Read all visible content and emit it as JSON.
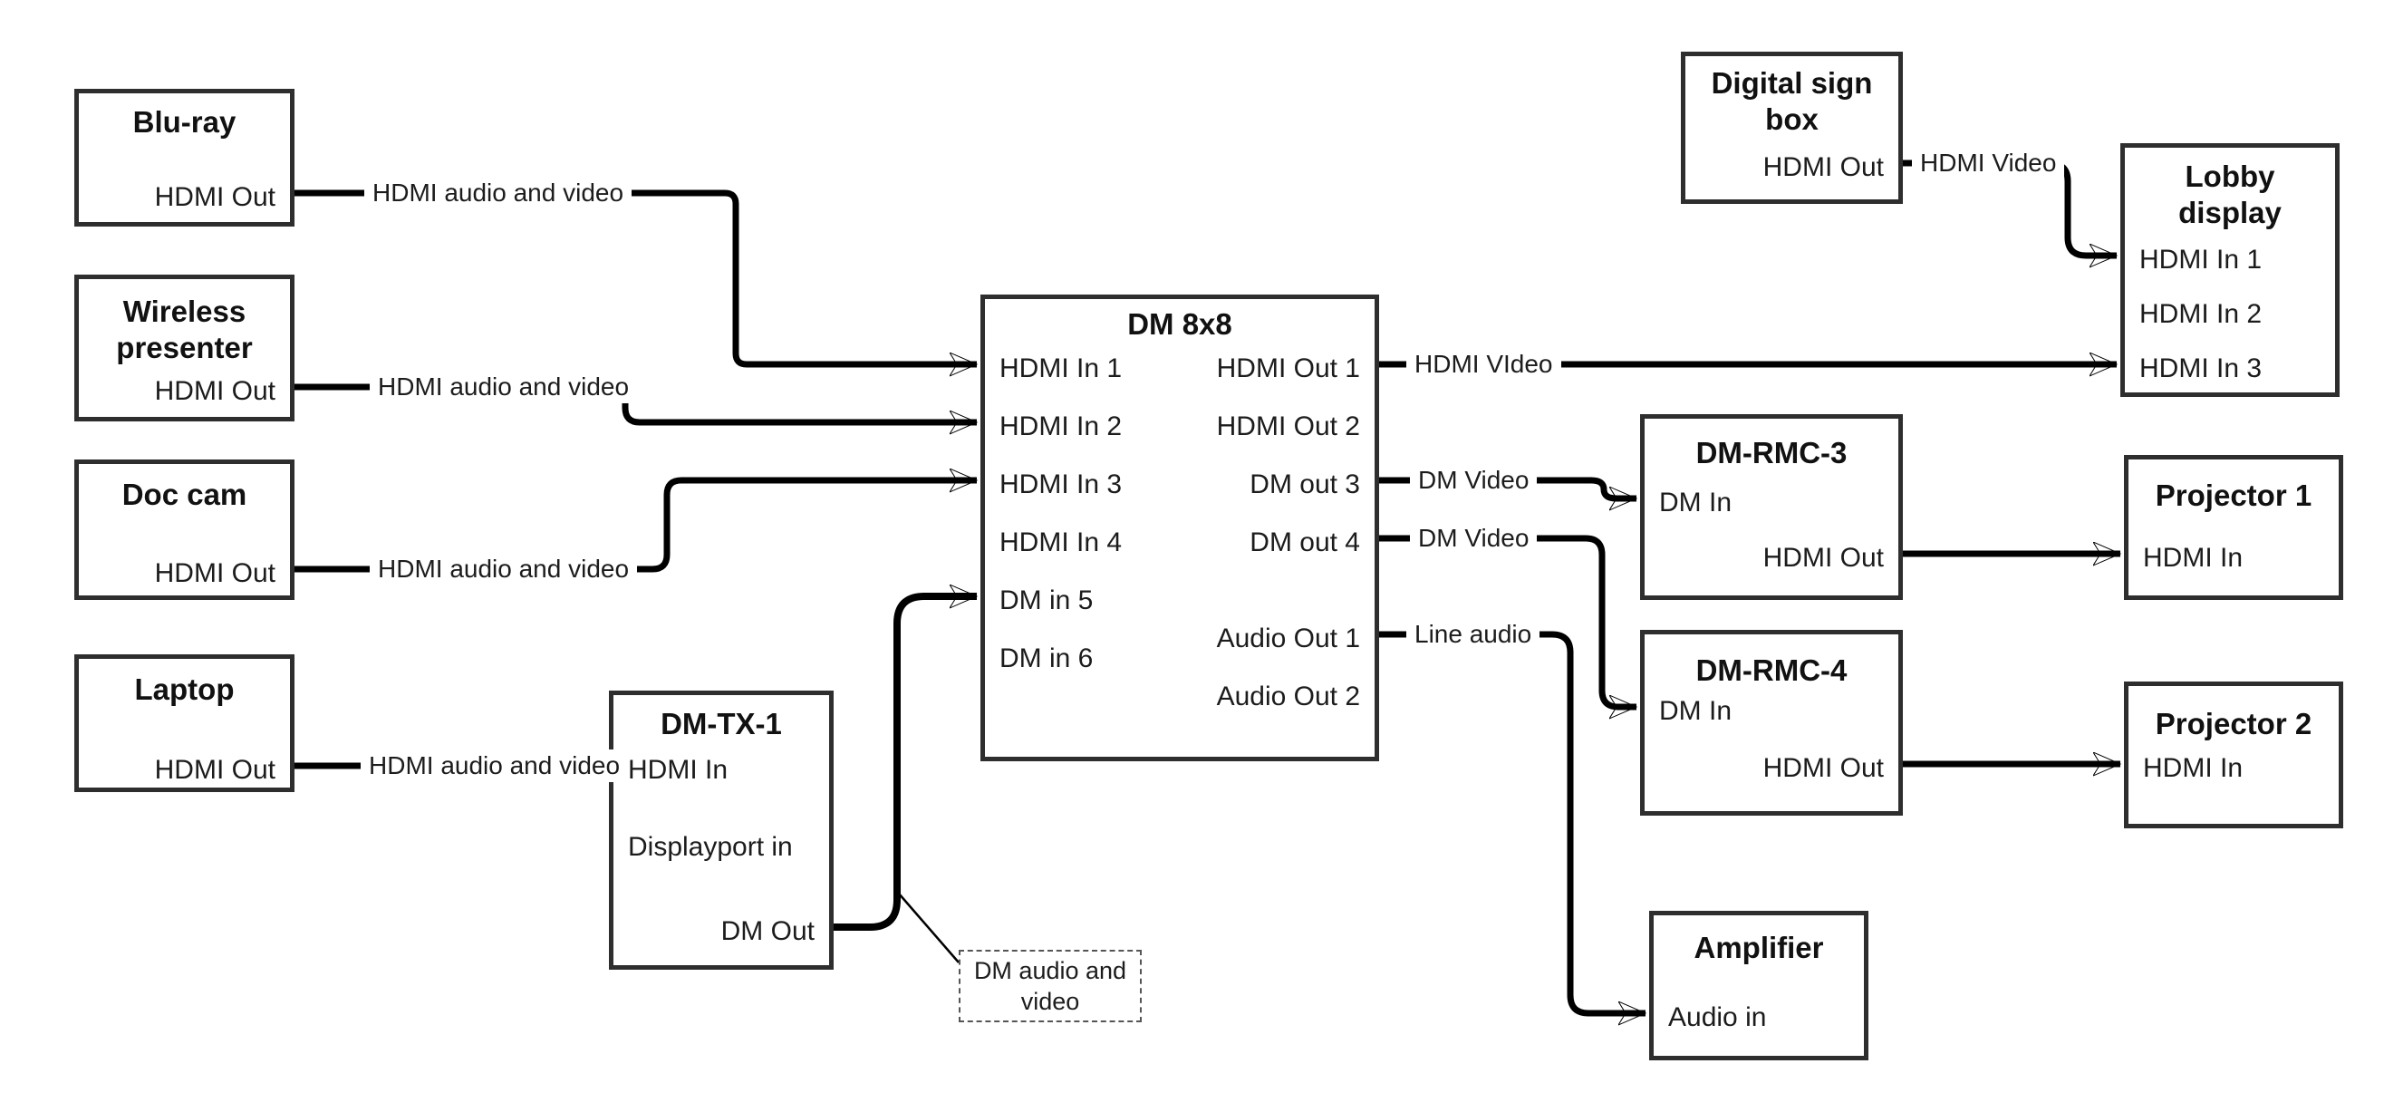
{
  "nodes": {
    "bluray": {
      "title": "Blu-ray",
      "ports": {
        "out": "HDMI Out"
      }
    },
    "wireless": {
      "title": "Wireless presenter",
      "ports": {
        "out": "HDMI Out"
      }
    },
    "doccam": {
      "title": "Doc cam",
      "ports": {
        "out": "HDMI Out"
      }
    },
    "laptop": {
      "title": "Laptop",
      "ports": {
        "out": "HDMI Out"
      }
    },
    "dmtx1": {
      "title": "DM-TX-1",
      "ports": {
        "hdmi_in": "HDMI In",
        "dp_in": "Displayport in",
        "dm_out": "DM Out"
      }
    },
    "dm8x8": {
      "title": "DM 8x8",
      "ports_left": [
        "HDMI In 1",
        "HDMI In 2",
        "HDMI In 3",
        "HDMI In 4",
        "DM in 5",
        "DM in 6"
      ],
      "ports_right": [
        "HDMI Out 1",
        "HDMI Out 2",
        "DM out 3",
        "DM out 4",
        "Audio Out 1",
        "Audio Out 2"
      ]
    },
    "sign": {
      "title": "Digital sign box",
      "ports": {
        "out": "HDMI Out"
      }
    },
    "lobby": {
      "title": "Lobby display",
      "ports": [
        "HDMI In 1",
        "HDMI In 2",
        "HDMI In 3"
      ]
    },
    "rmc3": {
      "title": "DM-RMC-3",
      "ports": {
        "dm_in": "DM In",
        "hdmi_out": "HDMI Out"
      }
    },
    "rmc4": {
      "title": "DM-RMC-4",
      "ports": {
        "dm_in": "DM In",
        "hdmi_out": "HDMI Out"
      }
    },
    "proj1": {
      "title": "Projector 1",
      "ports": {
        "hdmi_in": "HDMI In"
      }
    },
    "proj2": {
      "title": "Projector 2",
      "ports": {
        "hdmi_in": "HDMI In"
      }
    },
    "amp": {
      "title": "Amplifier",
      "ports": {
        "audio_in": "Audio in"
      }
    }
  },
  "wires": {
    "bluray_dm8x8": {
      "label": "HDMI audio and video"
    },
    "wireless_dm8x8": {
      "label": "HDMI audio and video"
    },
    "doccam_dm8x8": {
      "label": "HDMI audio and video"
    },
    "laptop_dmtx1": {
      "label": "HDMI audio and video"
    },
    "dm8x8_lobby": {
      "label": "HDMI VIdeo"
    },
    "dm8x8_rmc3": {
      "label": "DM Video"
    },
    "dm8x8_rmc4": {
      "label": "DM Video"
    },
    "dm8x8_amp": {
      "label": "Line audio"
    },
    "sign_lobby": {
      "label": "HDMI Video"
    },
    "dmtx1_note": {
      "label": "DM audio and video"
    }
  },
  "colors": {
    "wire": "#000000",
    "box_border": "#2e2e2e",
    "background": "#ffffff",
    "text": "#1a1a1a"
  }
}
